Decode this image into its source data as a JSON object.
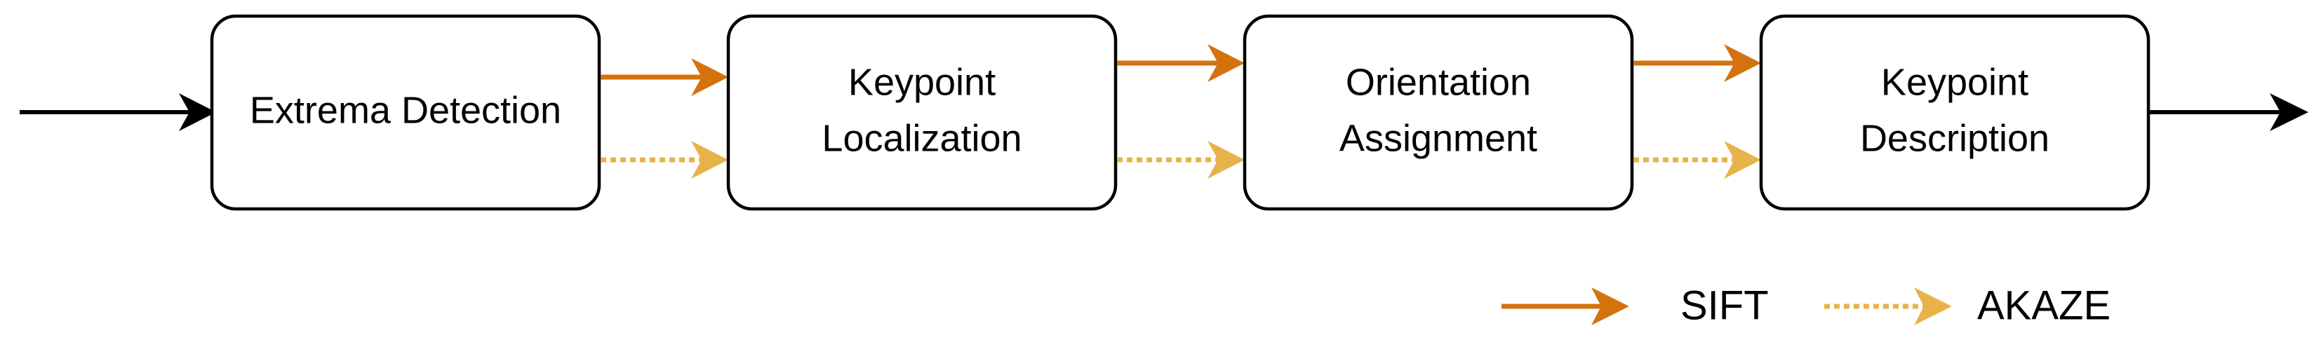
{
  "diagram": {
    "nodes": [
      {
        "id": "extrema",
        "lines": [
          "Extrema Detection"
        ]
      },
      {
        "id": "localization",
        "lines": [
          "Keypoint",
          "Localization"
        ]
      },
      {
        "id": "orientation",
        "lines": [
          "Orientation",
          "Assignment"
        ]
      },
      {
        "id": "description",
        "lines": [
          "Keypoint",
          "Description"
        ]
      }
    ],
    "edges": [
      {
        "from": "input",
        "to": "extrema",
        "style": "solid-black"
      },
      {
        "from": "extrema",
        "to": "localization",
        "style": "sift"
      },
      {
        "from": "extrema",
        "to": "localization",
        "style": "akaze"
      },
      {
        "from": "localization",
        "to": "orientation",
        "style": "sift"
      },
      {
        "from": "localization",
        "to": "orientation",
        "style": "akaze"
      },
      {
        "from": "orientation",
        "to": "description",
        "style": "sift"
      },
      {
        "from": "orientation",
        "to": "description",
        "style": "akaze"
      },
      {
        "from": "description",
        "to": "output",
        "style": "solid-black"
      }
    ]
  },
  "legend": {
    "sift_label": "SIFT",
    "akaze_label": "AKAZE"
  },
  "colors": {
    "sift": "#d4720e",
    "akaze": "#e8b24a",
    "flow": "#000000",
    "box_stroke": "#000000",
    "box_fill": "#ffffff"
  }
}
